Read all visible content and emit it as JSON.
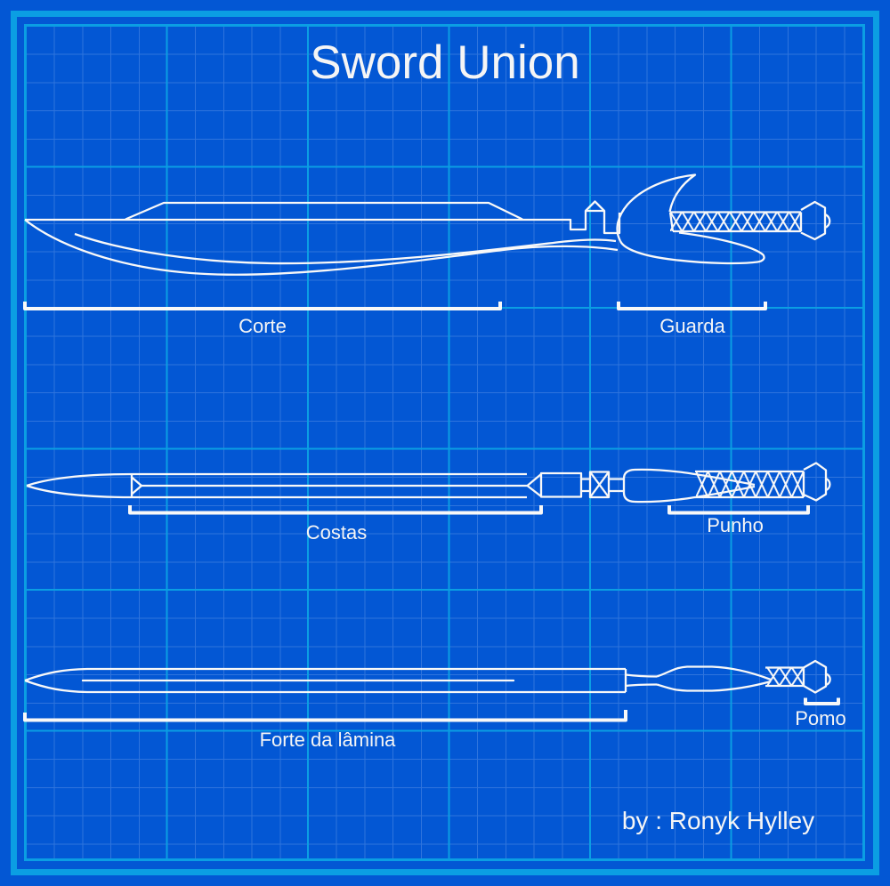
{
  "title": "Sword Union",
  "credit": "by : Ronyk Hylley",
  "labels": {
    "corte": "Corte",
    "guarda": "Guarda",
    "costas": "Costas",
    "punho": "Punho",
    "forte_da_lamina": "Forte da lâmina",
    "pomo": "Pomo"
  },
  "colors": {
    "background": "#0357D4",
    "frame_cyan": "#0B9EE3",
    "grid_minor": "#2F74DD",
    "line_white": "#F8F8F8",
    "text_white": "#F5F5F5"
  }
}
